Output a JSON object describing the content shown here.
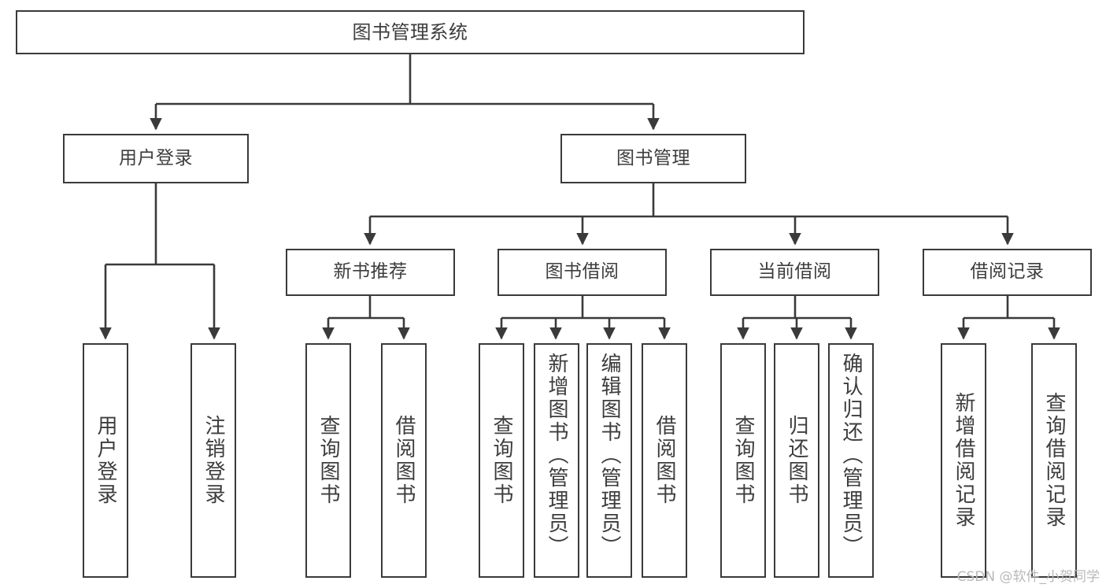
{
  "diagram": {
    "title": "图书管理系统",
    "type": "tree",
    "watermark": "CSDN @软件_小贺同学",
    "colors": {
      "box_border": "#3a3a3a",
      "box_fill": "#ffffff",
      "edge": "#3a3a3a",
      "text": "#3d3d3d",
      "watermark": "#b9b9b9",
      "background": "#ffffff"
    },
    "nodes": {
      "root": {
        "label": "图书管理系统"
      },
      "level2": [
        {
          "label": "用户登录"
        },
        {
          "label": "图书管理"
        }
      ],
      "level3": [
        {
          "label": "新书推荐"
        },
        {
          "label": "图书借阅"
        },
        {
          "label": "当前借阅"
        },
        {
          "label": "借阅记录"
        }
      ],
      "leaves": {
        "user_login": [
          {
            "label": "用户登录"
          },
          {
            "label": "注销登录"
          }
        ],
        "new_book_rec": [
          {
            "label": "查询图书"
          },
          {
            "label": "借阅图书"
          }
        ],
        "book_borrow": [
          {
            "label": "查询图书"
          },
          {
            "label": "新增图书（管理员）"
          },
          {
            "label": "编辑图书（管理员）"
          },
          {
            "label": "借阅图书"
          }
        ],
        "current_borrow": [
          {
            "label": "查询图书"
          },
          {
            "label": "归还图书"
          },
          {
            "label": "确认归还（管理员）"
          }
        ],
        "borrow_records": [
          {
            "label": "新增借阅记录"
          },
          {
            "label": "查询借阅记录"
          }
        ]
      }
    }
  }
}
